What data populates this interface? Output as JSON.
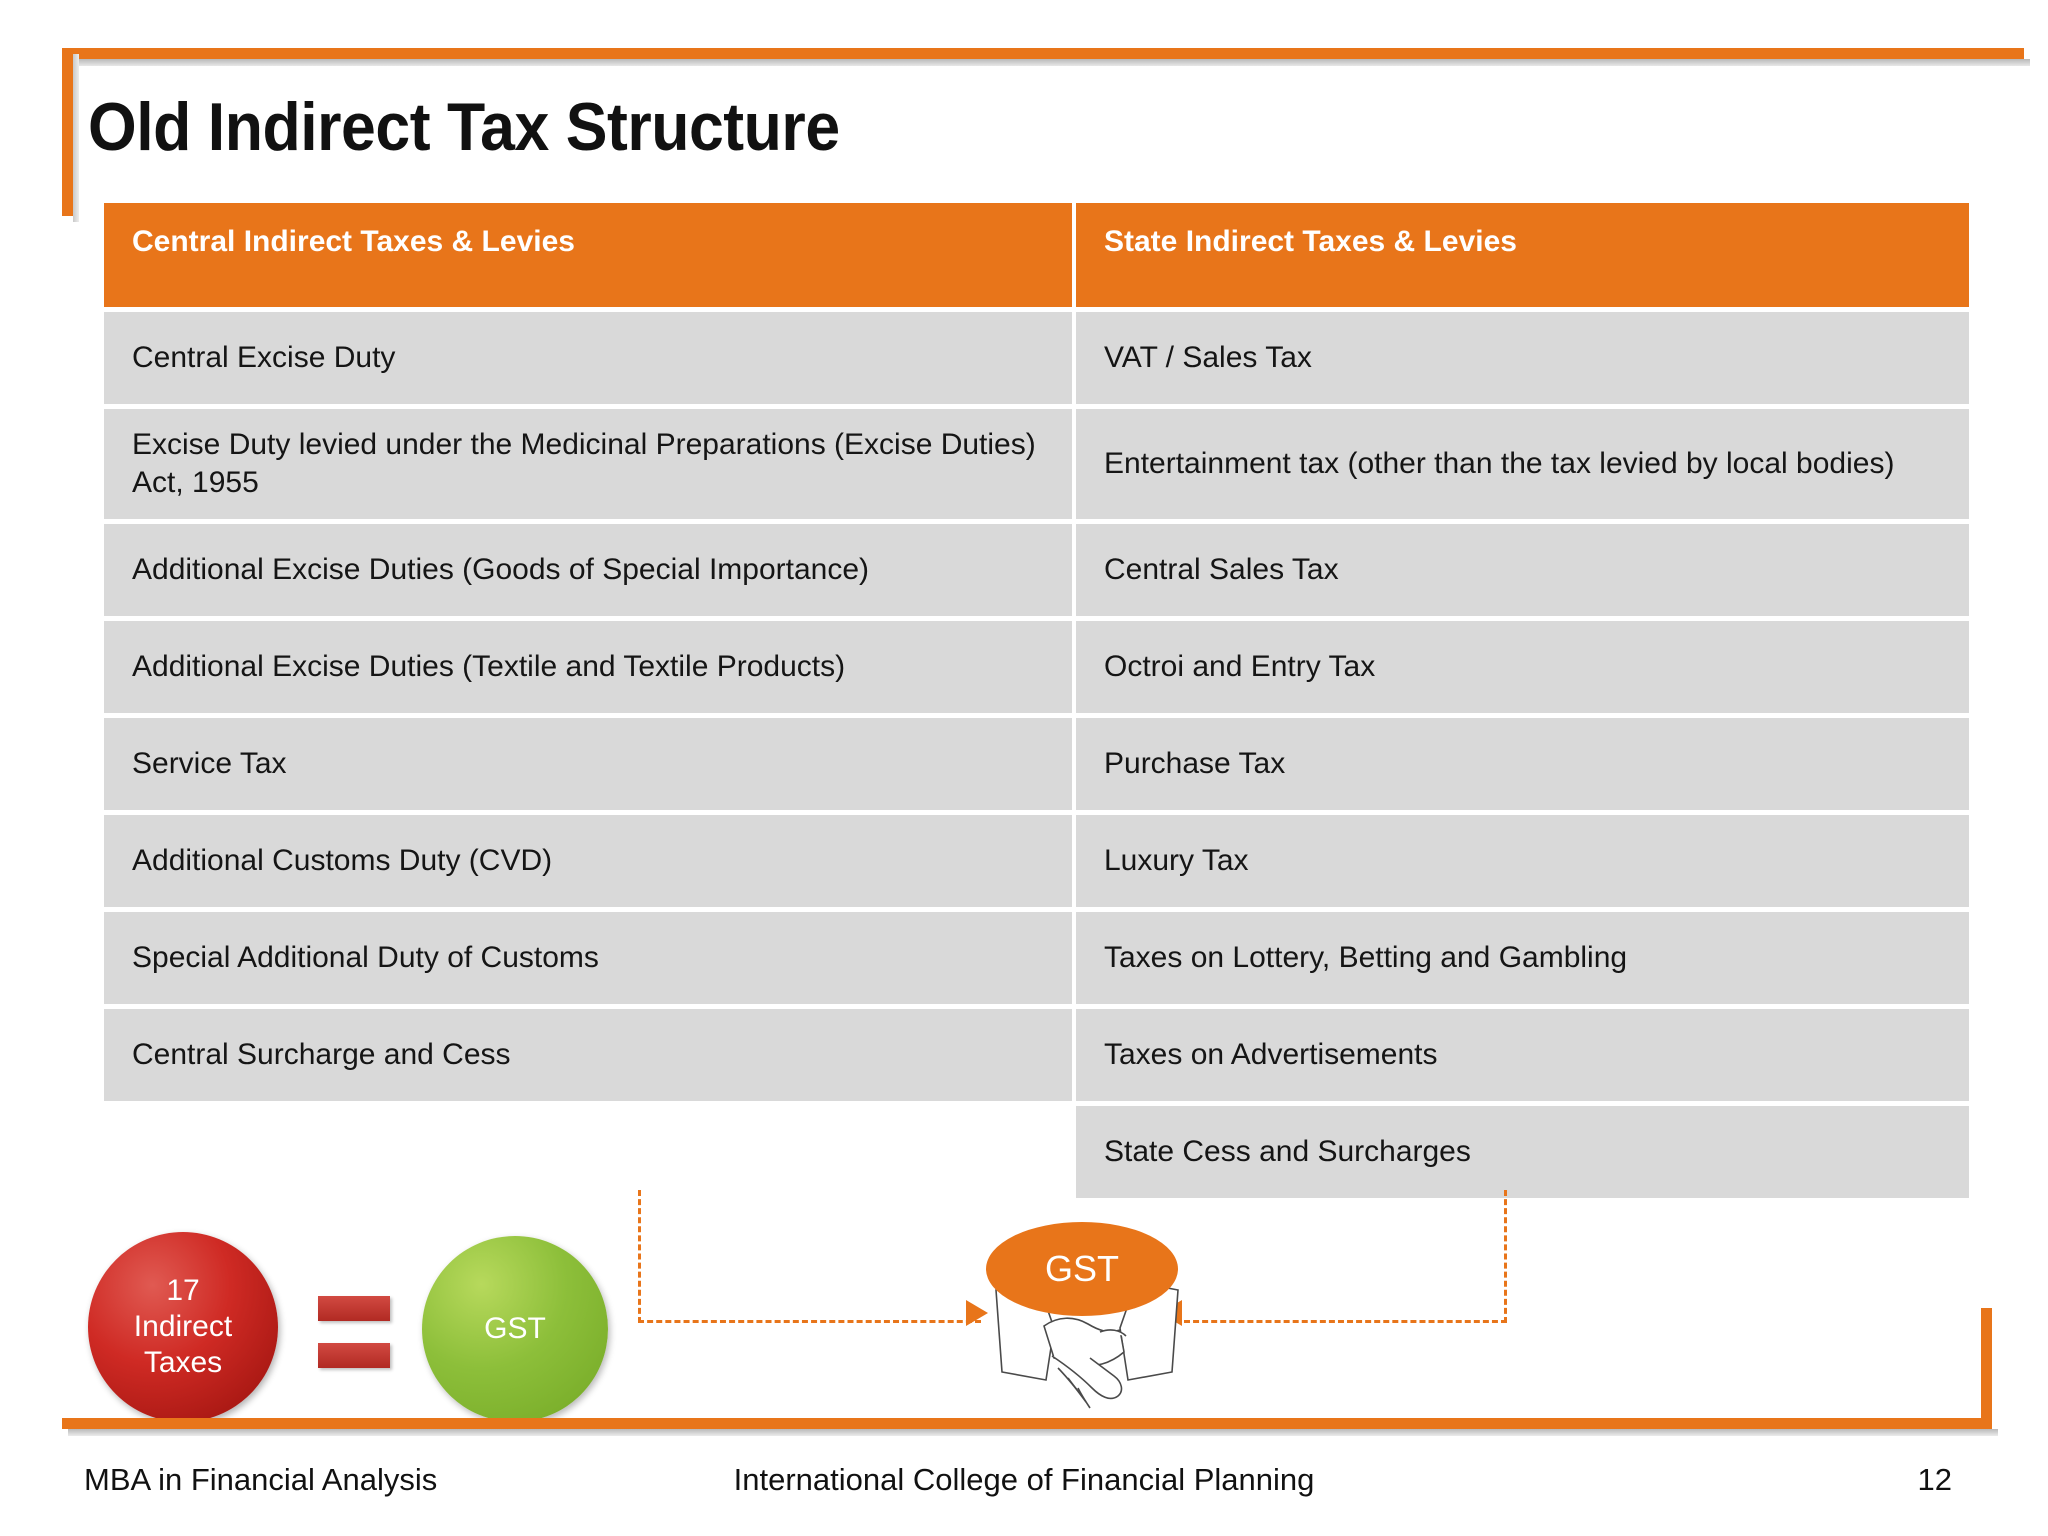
{
  "slide": {
    "title": "Old Indirect Tax Structure",
    "accent_color": "#E8751A",
    "cell_bg_color": "#D9D9D9"
  },
  "table": {
    "headers": {
      "central": "Central Indirect Taxes & Levies",
      "state": "State Indirect Taxes & Levies"
    },
    "rows": [
      {
        "central": "Central Excise Duty",
        "state": "VAT / Sales Tax"
      },
      {
        "central": "Excise Duty levied under the Medicinal Preparations (Excise Duties) Act, 1955",
        "state": "Entertainment tax (other than the tax levied by local bodies)"
      },
      {
        "central": "Additional Excise Duties (Goods of Special Importance)",
        "state": "Central Sales Tax"
      },
      {
        "central": "Additional Excise Duties (Textile and Textile Products)",
        "state": "Octroi and Entry Tax"
      },
      {
        "central": "Service Tax",
        "state": "Purchase Tax"
      },
      {
        "central": "Additional Customs Duty (CVD)",
        "state": "Luxury Tax"
      },
      {
        "central": "Special Additional Duty of Customs",
        "state": "Taxes on Lottery, Betting and Gambling"
      },
      {
        "central": "Central Surcharge and Cess",
        "state": "Taxes on Advertisements"
      },
      {
        "central": "",
        "state": "State Cess and Surcharges"
      }
    ]
  },
  "graphic": {
    "red_circle": {
      "line1": "17",
      "line2": "Indirect",
      "line3": "Taxes",
      "color": "#CF2A24"
    },
    "equals_symbol": "=",
    "green_circle": {
      "label": "GST",
      "color": "#8DBF3A"
    },
    "gst_ellipse": {
      "label": "GST",
      "color": "#E8751A"
    },
    "handshake_alt": "handshake"
  },
  "footer": {
    "left": "MBA in Financial Analysis",
    "center": "International College of Financial Planning",
    "page": "12"
  }
}
